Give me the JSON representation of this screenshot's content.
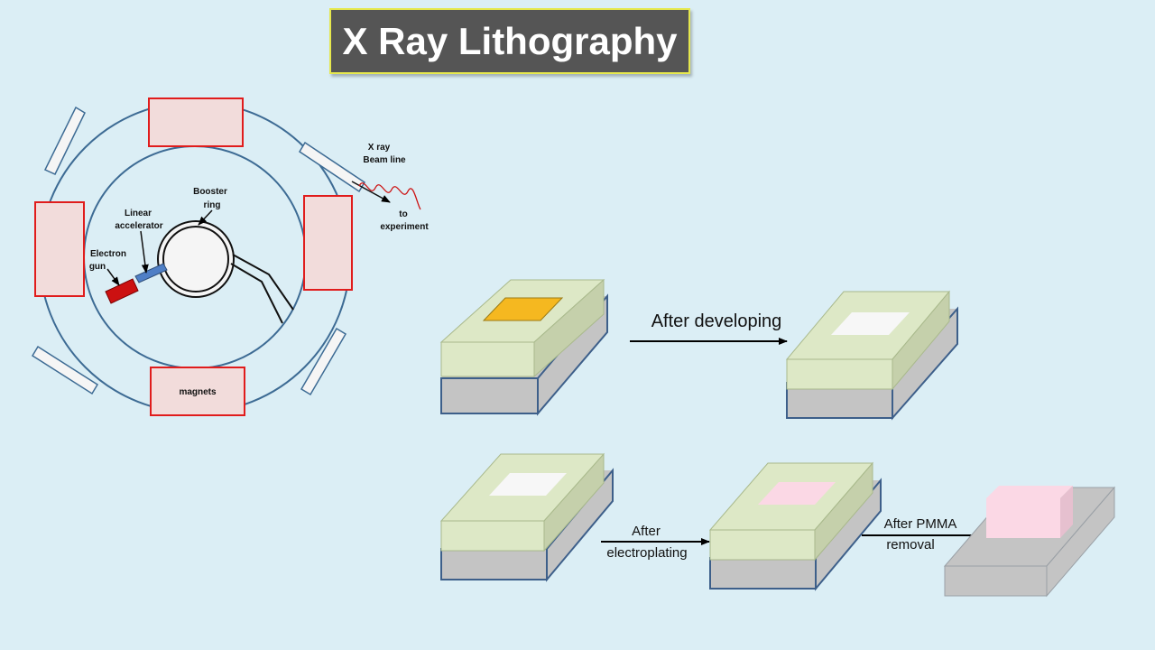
{
  "title": "X Ray Lithography",
  "synchrotron": {
    "labels": {
      "xray_line1": "X ray",
      "xray_line2": "Beam line",
      "booster_line1": "Booster",
      "booster_line2": "ring",
      "linac_line1": "Linear",
      "linac_line2": "accelerator",
      "gun_line1": "Electron",
      "gun_line2": "gun",
      "to": "to",
      "experiment": "experiment",
      "magnets": "magnets"
    }
  },
  "process": {
    "after_developing": "After developing",
    "after_line1": "After",
    "electroplating": "electroplating",
    "pmma_line1": "After PMMA",
    "pmma_line2": "removal"
  },
  "colors": {
    "background": "#dbeef5",
    "ring_stroke": "#3d6b94",
    "magnet_fill": "#f2dcdb",
    "magnet_stroke": "#e01c1c",
    "resist_green": "#dde8c6",
    "substrate_gray": "#c4c4c4",
    "mask_gold": "#f5b820",
    "deposit_pink": "#fbd8e5",
    "gun_red": "#cc1111",
    "linac_blue": "#4f7fc6"
  }
}
